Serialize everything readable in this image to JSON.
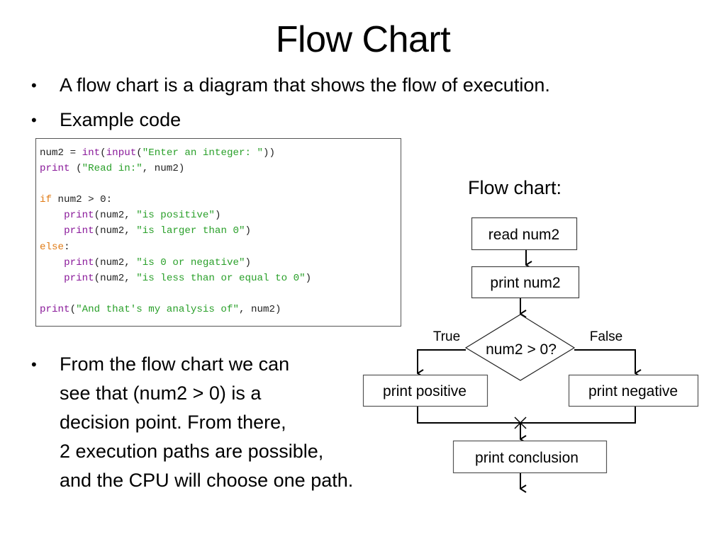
{
  "slide": {
    "title": "Flow Chart",
    "bullets": [
      "A flow chart is a diagram that shows the flow of execution.",
      "Example code",
      "From the flow chart we can\nsee that (num2 > 0) is a\ndecision point. From there,\n2 execution paths are possible,\nand the CPU will choose one path."
    ],
    "bullet_symbol": "•"
  },
  "code": {
    "language": "python",
    "lines": [
      [
        {
          "t": "num2 = ",
          "c": "var"
        },
        {
          "t": "int",
          "c": "fn"
        },
        {
          "t": "(",
          "c": "var"
        },
        {
          "t": "input",
          "c": "fn"
        },
        {
          "t": "(",
          "c": "var"
        },
        {
          "t": "\"Enter an integer: \"",
          "c": "str"
        },
        {
          "t": "))",
          "c": "var"
        }
      ],
      [
        {
          "t": "print",
          "c": "fn"
        },
        {
          "t": " (",
          "c": "var"
        },
        {
          "t": "\"Read in:\"",
          "c": "str"
        },
        {
          "t": ", num2)",
          "c": "var"
        }
      ],
      [],
      [
        {
          "t": "if",
          "c": "kw"
        },
        {
          "t": " num2 > 0:",
          "c": "var"
        }
      ],
      [
        {
          "t": "    ",
          "c": "var"
        },
        {
          "t": "print",
          "c": "fn"
        },
        {
          "t": "(num2, ",
          "c": "var"
        },
        {
          "t": "\"is positive\"",
          "c": "str"
        },
        {
          "t": ")",
          "c": "var"
        }
      ],
      [
        {
          "t": "    ",
          "c": "var"
        },
        {
          "t": "print",
          "c": "fn"
        },
        {
          "t": "(num2, ",
          "c": "var"
        },
        {
          "t": "\"is larger than 0\"",
          "c": "str"
        },
        {
          "t": ")",
          "c": "var"
        }
      ],
      [
        {
          "t": "else",
          "c": "kw"
        },
        {
          "t": ":",
          "c": "var"
        }
      ],
      [
        {
          "t": "    ",
          "c": "var"
        },
        {
          "t": "print",
          "c": "fn"
        },
        {
          "t": "(num2, ",
          "c": "var"
        },
        {
          "t": "\"is 0 or negative\"",
          "c": "str"
        },
        {
          "t": ")",
          "c": "var"
        }
      ],
      [
        {
          "t": "    ",
          "c": "var"
        },
        {
          "t": "print",
          "c": "fn"
        },
        {
          "t": "(num2, ",
          "c": "var"
        },
        {
          "t": "\"is less than or equal to 0\"",
          "c": "str"
        },
        {
          "t": ")",
          "c": "var"
        }
      ],
      [],
      [
        {
          "t": "print",
          "c": "fn"
        },
        {
          "t": "(",
          "c": "var"
        },
        {
          "t": "\"And that's my analysis of\"",
          "c": "str"
        },
        {
          "t": ", num2)",
          "c": "var"
        }
      ]
    ],
    "colors": {
      "keyword": "#e07b16",
      "function": "#8a1a9a",
      "string": "#2aa02a",
      "text": "#222222"
    }
  },
  "flowchart": {
    "label": "Flow chart:",
    "nodes": {
      "read": "read num2",
      "print_num": "print num2",
      "decision": "num2 > 0?",
      "positive": "print positive",
      "negative": "print negative",
      "conclusion": "print conclusion"
    },
    "edges": {
      "true_label": "True",
      "false_label": "False"
    }
  }
}
